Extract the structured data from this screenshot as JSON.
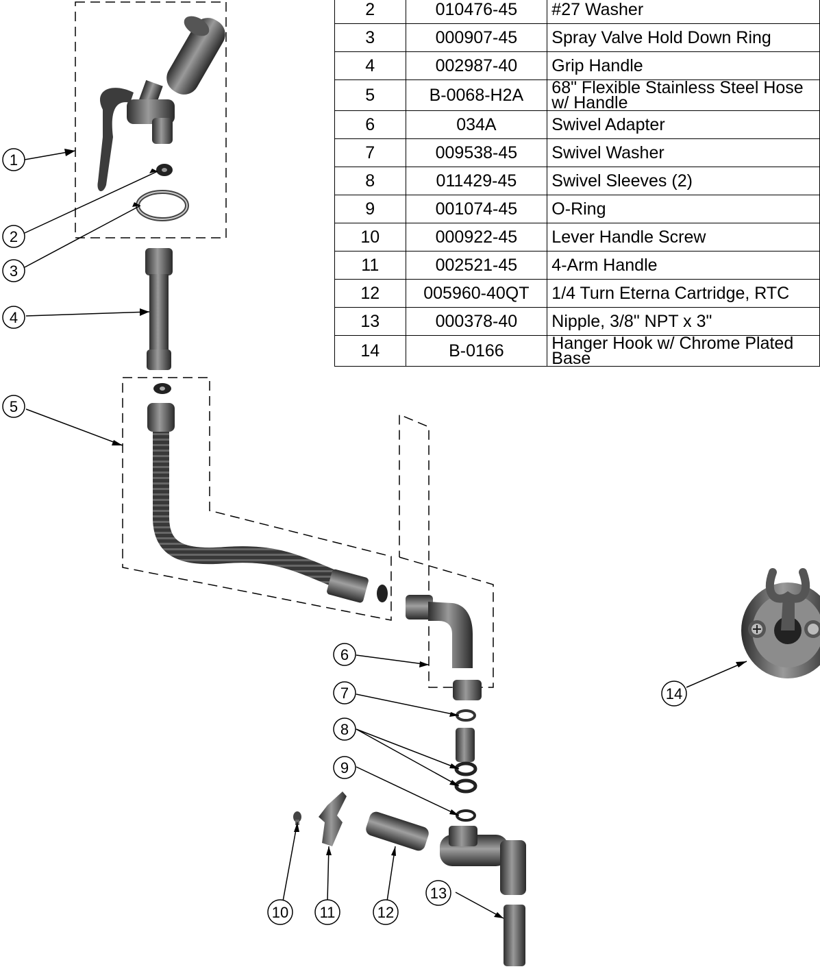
{
  "parts_table": {
    "rows": [
      {
        "item": "2",
        "part": "010476-45",
        "desc": "#27 Washer"
      },
      {
        "item": "3",
        "part": "000907-45",
        "desc": "Spray Valve Hold Down Ring"
      },
      {
        "item": "4",
        "part": "002987-40",
        "desc": "Grip Handle"
      },
      {
        "item": "5",
        "part": "B-0068-H2A",
        "desc": "68\" Flexible Stainless Steel Hose w/ Handle"
      },
      {
        "item": "6",
        "part": "034A",
        "desc": "Swivel Adapter"
      },
      {
        "item": "7",
        "part": "009538-45",
        "desc": "Swivel Washer"
      },
      {
        "item": "8",
        "part": "011429-45",
        "desc": "Swivel Sleeves (2)"
      },
      {
        "item": "9",
        "part": "001074-45",
        "desc": "O-Ring"
      },
      {
        "item": "10",
        "part": "000922-45",
        "desc": "Lever Handle Screw"
      },
      {
        "item": "11",
        "part": "002521-45",
        "desc": "4-Arm Handle"
      },
      {
        "item": "12",
        "part": "005960-40QT",
        "desc": "1/4 Turn Eterna Cartridge, RTC"
      },
      {
        "item": "13",
        "part": "000378-40",
        "desc": "Nipple, 3/8\" NPT x 3\""
      },
      {
        "item": "14",
        "part": "B-0166",
        "desc": "Hanger Hook w/ Chrome Plated Base"
      }
    ]
  },
  "callouts": [
    "1",
    "2",
    "3",
    "4",
    "5",
    "6",
    "7",
    "8",
    "9",
    "10",
    "11",
    "12",
    "13",
    "14"
  ],
  "colors": {
    "line": "#000000",
    "part_dark": "#3a3a3a",
    "part_mid": "#6d6d6d",
    "part_light": "#b5b5b5"
  }
}
